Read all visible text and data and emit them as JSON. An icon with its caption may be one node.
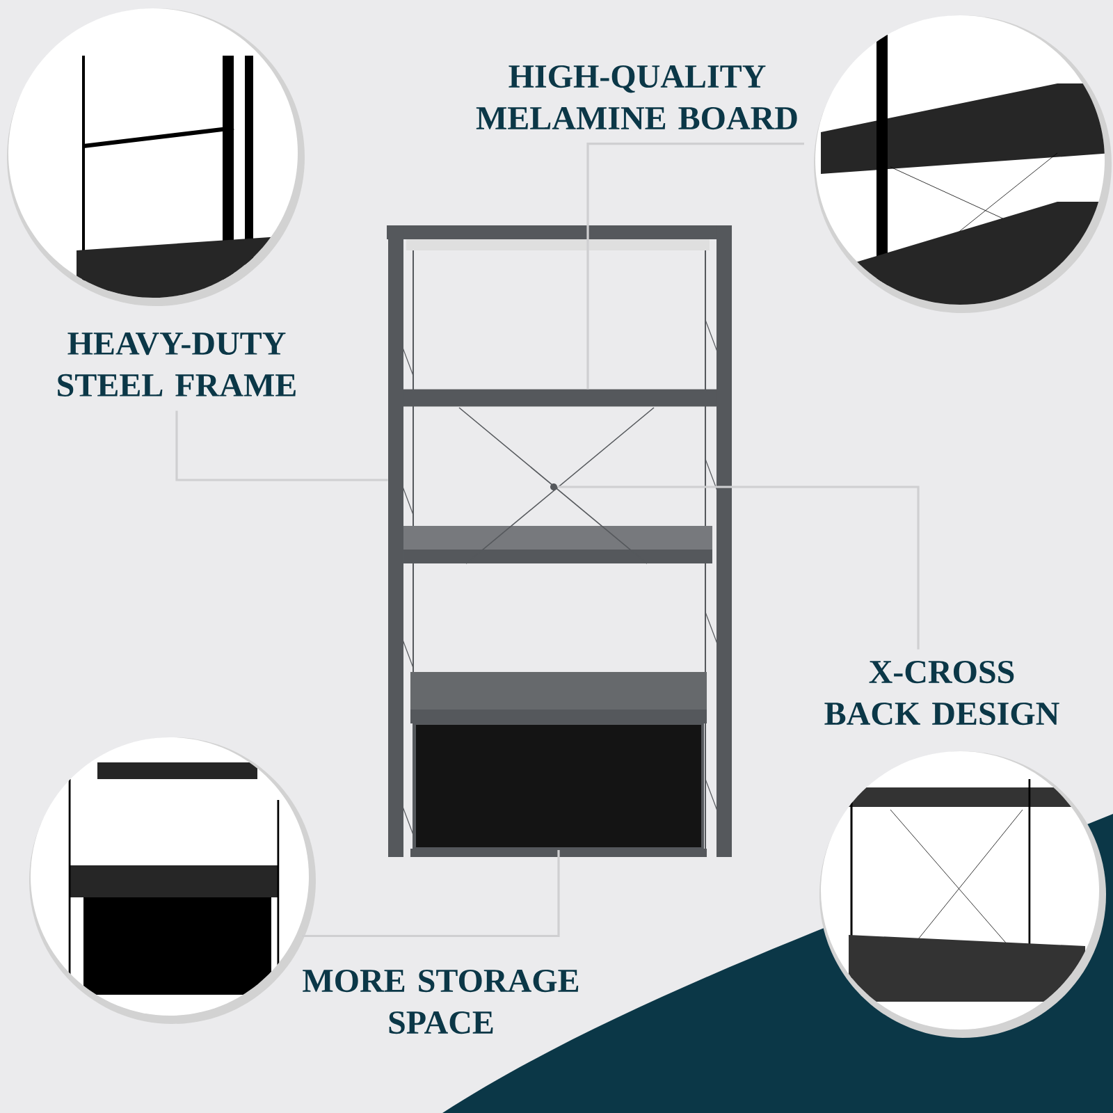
{
  "diagram": {
    "nodes": [
      {
        "text": [
          "HIGH-QUALITY MELAMINE BOARD"
        ]
      },
      {
        "text": [
          "HEAVY-DUTY STEEL FRAME"
        ]
      },
      {
        "text": [
          "X-CROSS BACK DESIGN"
        ]
      },
      {
        "text": [
          "MORE STORAGE SPACE"
        ]
      },
      {
        "text": [],
        "shape": "bar"
      },
      {
        "text": [],
        "shape": "post"
      },
      {
        "text": [],
        "shape": "circle"
      },
      {
        "text": [],
        "shape": "box"
      }
    ],
    "edges": [
      {
        "from": 0,
        "to": 4,
        "arrow": "none"
      },
      {
        "from": 1,
        "to": 5,
        "arrow": "none"
      },
      {
        "from": 2,
        "to": 6,
        "arrow": "none"
      },
      {
        "from": 3,
        "to": 7,
        "arrow": "none"
      }
    ]
  }
}
